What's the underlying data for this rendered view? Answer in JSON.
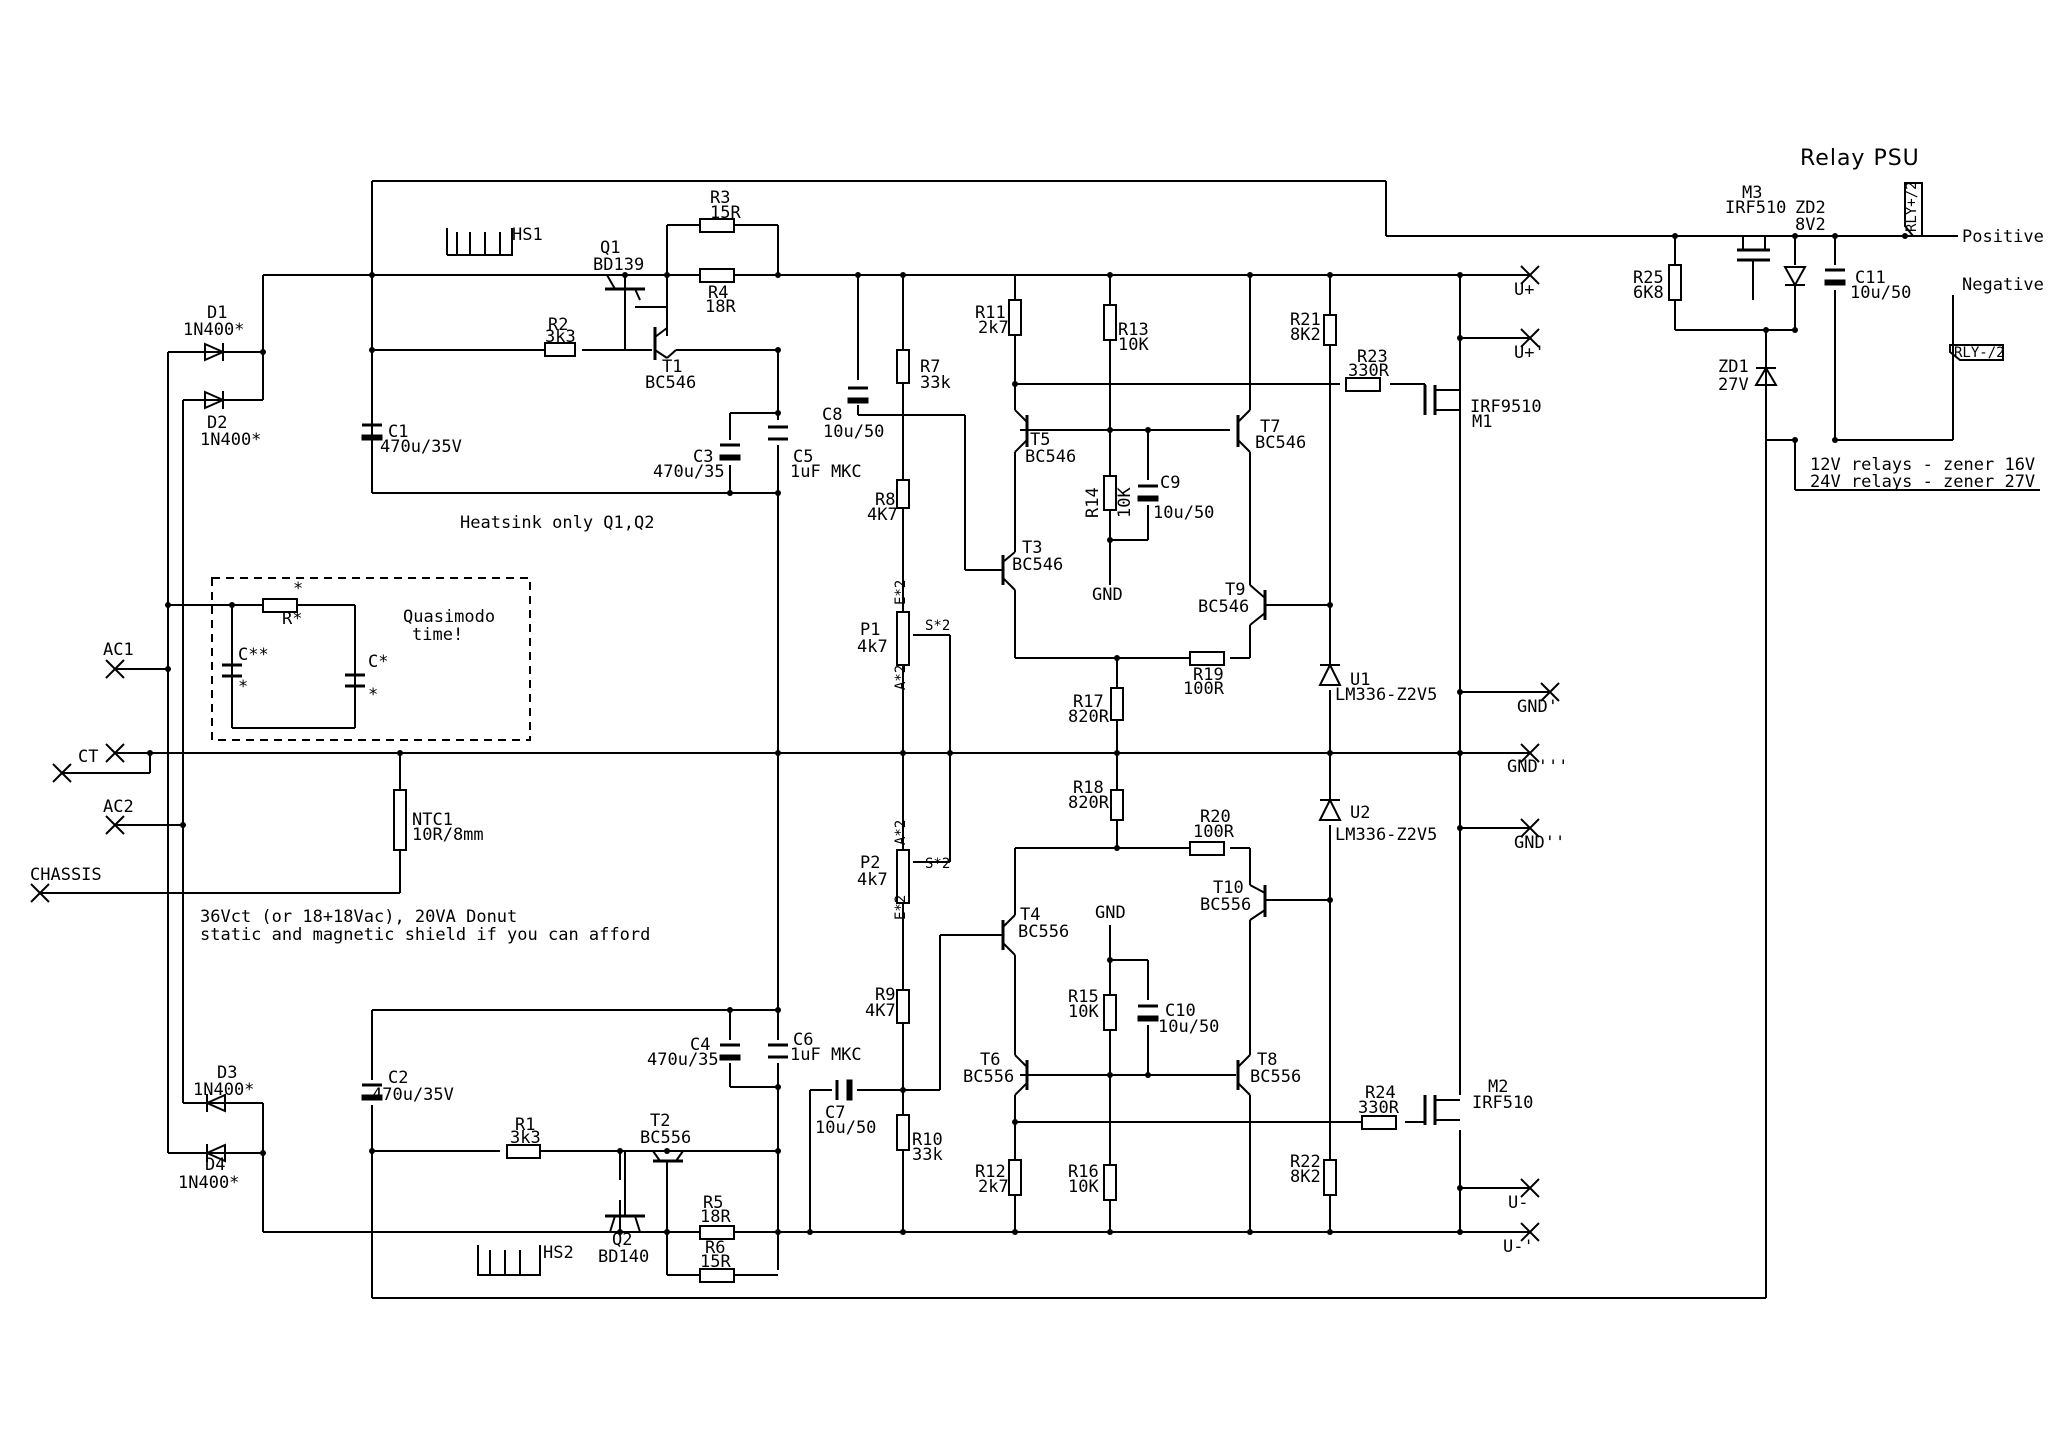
{
  "title": "Relay PSU",
  "ports": {
    "ac1": "AC1",
    "ct": "CT",
    "ac2": "AC2",
    "chassis": "CHASSIS",
    "u_plus": "U+",
    "u_plus2": "U+'",
    "gnd1": "GND'",
    "gnd3": "GND'''",
    "gnd2": "GND''",
    "u_minus": "U-",
    "u_minus2": "U-'",
    "positive": "Positive",
    "negative": "Negative",
    "rly_plus": "RLY+/2",
    "rly_minus": "RLY-/2"
  },
  "notes": {
    "heatsink": "Heatsink only Q1,Q2",
    "quasimodo_1": "Quasimodo",
    "quasimodo_2": "time!",
    "transformer_1": "36Vct (or 18+18Vac), 20VA Donut",
    "transformer_2": "static and magnetic shield if you can afford",
    "zener_1": "12V relays - zener 16V",
    "zener_2": "24V relays - zener 27V",
    "gnd_a": "GND",
    "gnd_b": "GND"
  },
  "components": {
    "hs1": "HS1",
    "hs2": "HS2",
    "d1": {
      "ref": "D1",
      "value": "1N400*"
    },
    "d2": {
      "ref": "D2",
      "value": "1N400*"
    },
    "d3": {
      "ref": "D3",
      "value": "1N400*"
    },
    "d4": {
      "ref": "D4",
      "value": "1N400*"
    },
    "q1": {
      "ref": "Q1",
      "value": "BD139"
    },
    "q2": {
      "ref": "Q2",
      "value": "BD140"
    },
    "t1": {
      "ref": "T1",
      "value": "BC546"
    },
    "t2": {
      "ref": "T2",
      "value": "BC556"
    },
    "t3": {
      "ref": "T3",
      "value": "BC546"
    },
    "t4": {
      "ref": "T4",
      "value": "BC556"
    },
    "t5": {
      "ref": "T5",
      "value": "BC546"
    },
    "t6": {
      "ref": "T6",
      "value": "BC556"
    },
    "t7": {
      "ref": "T7",
      "value": "BC546"
    },
    "t8": {
      "ref": "T8",
      "value": "BC556"
    },
    "t9": {
      "ref": "T9",
      "value": "BC546"
    },
    "t10": {
      "ref": "T10",
      "value": "BC556"
    },
    "r1": {
      "ref": "R1",
      "value": "3k3"
    },
    "r2": {
      "ref": "R2",
      "value": "3k3"
    },
    "r3": {
      "ref": "R3",
      "value": "15R"
    },
    "r4": {
      "ref": "R4",
      "value": "18R"
    },
    "r5": {
      "ref": "R5",
      "value": "18R"
    },
    "r6": {
      "ref": "R6",
      "value": "15R"
    },
    "r7": {
      "ref": "R7",
      "value": "33k"
    },
    "r8": {
      "ref": "R8",
      "value": "4K7"
    },
    "r9": {
      "ref": "R9",
      "value": "4K7"
    },
    "r10": {
      "ref": "R10",
      "value": "33k"
    },
    "r11": {
      "ref": "R11",
      "value": "2k7"
    },
    "r12": {
      "ref": "R12",
      "value": "2k7"
    },
    "r13": {
      "ref": "R13",
      "value": "10K"
    },
    "r14": {
      "ref": "R14",
      "value": "10K"
    },
    "r15": {
      "ref": "R15",
      "value": "10K"
    },
    "r16": {
      "ref": "R16",
      "value": "10K"
    },
    "r17": {
      "ref": "R17",
      "value": "820R"
    },
    "r18": {
      "ref": "R18",
      "value": "820R"
    },
    "r19": {
      "ref": "R19",
      "value": "100R"
    },
    "r20": {
      "ref": "R20",
      "value": "100R"
    },
    "r21": {
      "ref": "R21",
      "value": "8K2"
    },
    "r22": {
      "ref": "R22",
      "value": "8K2"
    },
    "r23": {
      "ref": "R23",
      "value": "330R"
    },
    "r24": {
      "ref": "R24",
      "value": "330R"
    },
    "r25": {
      "ref": "R25",
      "value": "6K8"
    },
    "rx": {
      "ref": "R*",
      "value": "*"
    },
    "c1": {
      "ref": "C1",
      "value": "470u/35V"
    },
    "c2": {
      "ref": "C2",
      "value": "470u/35V"
    },
    "c3": {
      "ref": "C3",
      "value": "470u/35"
    },
    "c4": {
      "ref": "C4",
      "value": "470u/35"
    },
    "c5": {
      "ref": "C5",
      "value": "1uF MKC"
    },
    "c6": {
      "ref": "C6",
      "value": "1uF MKC"
    },
    "c7": {
      "ref": "C7",
      "value": "10u/50"
    },
    "c8": {
      "ref": "C8",
      "value": "10u/50"
    },
    "c9": {
      "ref": "C9",
      "value": "10u/50"
    },
    "c10": {
      "ref": "C10",
      "value": "10u/50"
    },
    "c11": {
      "ref": "C11",
      "value": "10u/50"
    },
    "cxx": {
      "ref": "C**",
      "value": "*"
    },
    "cx": {
      "ref": "C*",
      "value": "*"
    },
    "p1": {
      "ref": "P1",
      "value": "4k7",
      "pin_e": "E*2",
      "pin_a": "A*2",
      "pin_s": "S*2"
    },
    "p2": {
      "ref": "P2",
      "value": "4k7",
      "pin_e": "E*2",
      "pin_a": "A*2",
      "pin_s": "S*2"
    },
    "u1": {
      "ref": "U1",
      "value": "LM336-Z2V5"
    },
    "u2": {
      "ref": "U2",
      "value": "LM336-Z2V5"
    },
    "m1": {
      "ref": "M1",
      "value": "IRF9510"
    },
    "m2": {
      "ref": "M2",
      "value": "IRF510"
    },
    "m3": {
      "ref": "M3",
      "value": "IRF510"
    },
    "zd1": {
      "ref": "ZD1",
      "value": "27V"
    },
    "zd2": {
      "ref": "ZD2",
      "value": "8V2"
    },
    "ntc1": {
      "ref": "NTC1",
      "value": "10R/8mm"
    }
  }
}
